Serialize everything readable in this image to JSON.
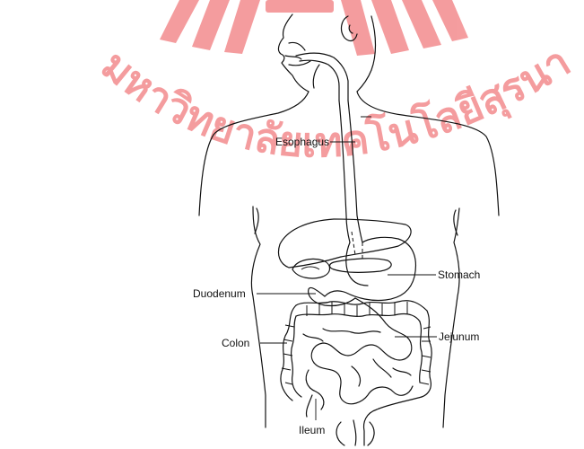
{
  "watermark": {
    "text": "มหาวิทยาลัยเทคโนโลยีสุรนารี",
    "color": "#e8262b"
  },
  "labels": {
    "esophagus": "Esophagus",
    "stomach": "Stomach",
    "duodenum": "Duodenum",
    "jejunum": "Jejunum",
    "colon": "Colon",
    "ileum": "Ileum"
  }
}
